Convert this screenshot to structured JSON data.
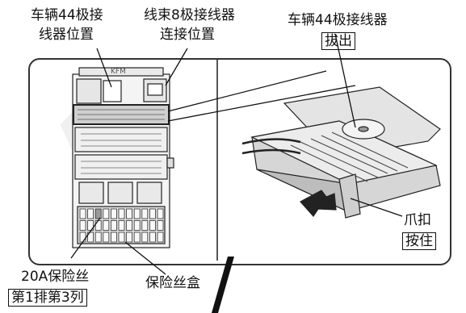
{
  "labels": {
    "connector_position": [
      "车辆44极接",
      "线器位置"
    ],
    "harness_connection": [
      "线束8极接线器",
      "连接位置"
    ],
    "connector_44pin": "车辆44极接线器",
    "pull_out": "拔出",
    "claw": "爪扣",
    "press": "按住",
    "fuse_20a": "20A保险丝",
    "fuse_position": "第1排第3列",
    "fuse_box": "保险丝盒"
  },
  "watermark": "AUTOSS",
  "colors": {
    "line": "#1a1a1a",
    "panel_fill": "#d9d9d9",
    "arrow": "#222222"
  }
}
